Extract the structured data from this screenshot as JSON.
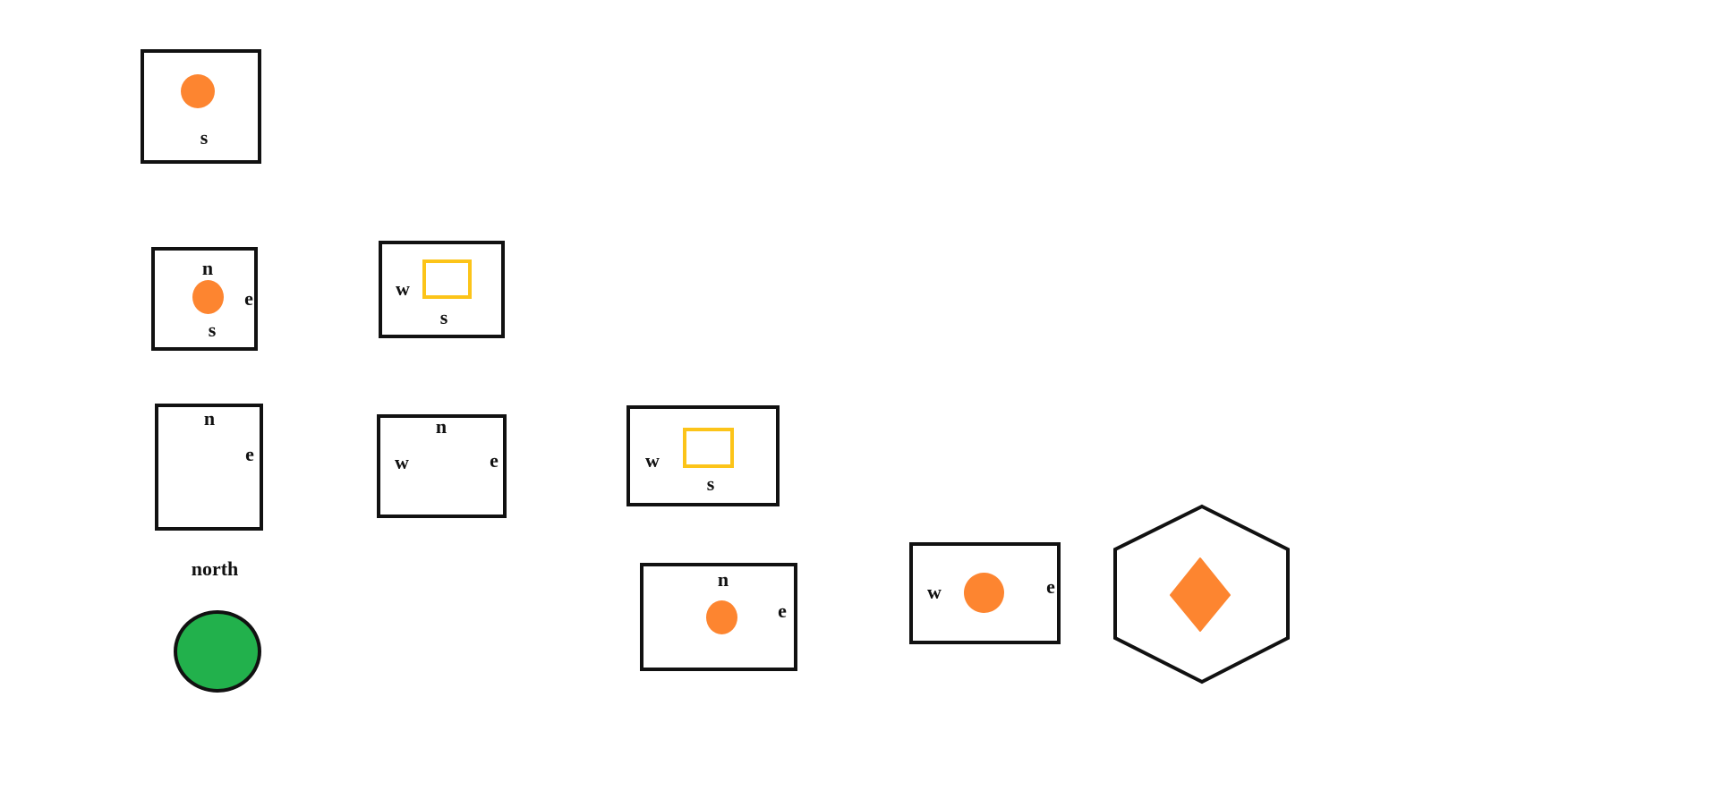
{
  "colors": {
    "stroke": "#111111",
    "orange": "#fd8530",
    "yellow": "#fcc419",
    "green": "#22b14c"
  },
  "rooms": [
    {
      "labels": {
        "s": "s"
      },
      "contents": "orange-dot"
    },
    {
      "labels": {
        "n": "n",
        "e": "e",
        "s": "s"
      },
      "contents": "orange-dot"
    },
    {
      "labels": {
        "w": "w",
        "s": "s"
      },
      "contents": "yellow-rectangle"
    },
    {
      "labels": {
        "n": "n",
        "e": "e"
      },
      "contents": "empty"
    },
    {
      "labels": {
        "n": "n",
        "w": "w",
        "e": "e"
      },
      "contents": "empty"
    },
    {
      "labels": {
        "w": "w",
        "s": "s"
      },
      "contents": "yellow-rectangle"
    },
    {
      "labels": {
        "n": "n",
        "e": "e"
      },
      "contents": "orange-dot"
    },
    {
      "labels": {
        "w": "w",
        "e": "e"
      },
      "contents": "orange-dot"
    }
  ],
  "marker": {
    "label": "north",
    "shape": "green-circle"
  },
  "hexagon": {
    "shape": "hexagon",
    "contents": "orange-diamond"
  }
}
